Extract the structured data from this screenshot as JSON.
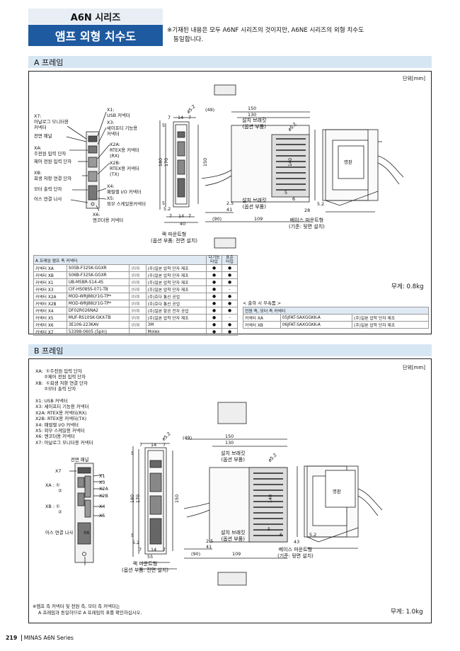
{
  "header": {
    "series": "A6N 시리즈",
    "title": "앰프 외형 치수도",
    "note_line1": "※기재된 내용은 모두 A6NF 시리즈의 것이지만, A6NE 시리즈의 외형 치수도",
    "note_line2": "동일합니다."
  },
  "frame_a": {
    "title": "A 프레임",
    "unit": "단위[mm]",
    "labels": {
      "x7": [
        "X7:",
        "아날로그 모니터용",
        "커넥터"
      ],
      "front_panel": "전면 패널",
      "xa": [
        "XA:",
        "주전원 입력 단자"
      ],
      "control_power": "제어 전원 입력 단자",
      "xb": [
        "XB:",
        "회생 저항 연결 단자"
      ],
      "motor_out": "모터 출력 단자",
      "ground": "어스 연결 나사",
      "x1": [
        "X1:",
        "USB 커넥터"
      ],
      "x3": [
        "X3:",
        "세이프티 기능용",
        "커넥터"
      ],
      "x2a": [
        "X2A:",
        "RTEX용 커넥터",
        "(RX)"
      ],
      "x2b": [
        "X2B:",
        "RTEX용 커넥터",
        "(TX)"
      ],
      "x4": [
        "X4:",
        "패럴렐 I/O 커넥터"
      ],
      "x5": [
        "X5:",
        "외부 스케일용커넥터"
      ],
      "x6": [
        "X6:",
        "엔코더용 커넥터"
      ],
      "mounting_bracket": [
        "설치 브래킷",
        "(옵션 부품)"
      ],
      "rack_mount": [
        "랙 마운트형",
        "(옵션 부품: 전면 설치)"
      ],
      "base_mount": [
        "베이스 마운트형",
        "(기준: 뒷면 설치)"
      ],
      "nameplate": "명판"
    },
    "dims": [
      "(49)",
      "150",
      "130",
      "7",
      "14",
      "7",
      "ø5.2",
      "5",
      "180",
      "170",
      "150",
      "5",
      "2.5",
      "41",
      "5.2",
      "7",
      "14",
      "7",
      "40",
      "(90)",
      "109",
      "ø5.2",
      "140",
      "5",
      "6",
      "5.2",
      "28"
    ],
    "weight": "무게: 0.8kg",
    "connector_table": {
      "header": [
        "A 프레임 앰프 측 커넥터",
        "다기능 타입",
        "표준 타입"
      ],
      "rows": [
        {
          "name": "커넥터 XA",
          "part": "S05B-F32SK-GGXR",
          "eq": "상당품",
          "maker": "(주)일본 압착 단자 제조",
          "multi": "●",
          "std": "●"
        },
        {
          "name": "커넥터 XB",
          "part": "S06B-F32SK-GGXR",
          "eq": "상당품",
          "maker": "(주)일본 압착 단자 제조",
          "multi": "●",
          "std": "●"
        },
        {
          "name": "커넥터 X1",
          "part": "UB-M5BR-S14-4S",
          "eq": "상당품",
          "maker": "(주)일본 압착 단자 제조",
          "multi": "●",
          "std": "●"
        },
        {
          "name": "커넥터 X3",
          "part": "CIF-HS08SS-071-TB",
          "eq": "상당품",
          "maker": "(주)일본 압착 단자 제조",
          "multi": "●",
          "std": "-"
        },
        {
          "name": "커넥터 X2A",
          "part": "MOD-WRJ88LY1G-TP*",
          "eq": "상당품",
          "maker": "(주)호다 통신 공업",
          "multi": "●",
          "std": "●"
        },
        {
          "name": "커넥터 X2B",
          "part": "MOD-WRJ88LY1G-TP*",
          "eq": "상당품",
          "maker": "(주)호다 통신 공업",
          "multi": "●",
          "std": "●"
        },
        {
          "name": "커넥터 X4",
          "part": "DF02R026NA2",
          "eq": "상당품",
          "maker": "(주)일본 항공 전자 공업",
          "multi": "●",
          "std": "●"
        },
        {
          "name": "커넥터 X5",
          "part": "MUF-RS10SK-GKX-TB",
          "eq": "상당품",
          "maker": "(주)일본 압착 단자 제조",
          "multi": "●",
          "std": "-"
        },
        {
          "name": "커넥터 X6",
          "part": "3E106-223KAV",
          "eq": "상당품",
          "maker": "3M",
          "multi": "●",
          "std": "●"
        },
        {
          "name": "커넥터 X7",
          "part": "53398-0605 (5pin)",
          "eq": "",
          "maker": "Molex",
          "multi": "●",
          "std": "●"
        }
      ]
    },
    "accessory": {
      "title": "< 출하 시 부속품 >",
      "header": "전원 측, 모터 측 커넥터",
      "rows": [
        {
          "name": "커넥터 XA",
          "part": "05JFAT-SAXGGKK-A",
          "maker": "(주)일본 압착 단자 제조"
        },
        {
          "name": "커넥터 XB",
          "part": "06JFAT-SAXGGKK-A",
          "maker": "(주)일본 압착 단자 제조"
        }
      ]
    }
  },
  "frame_b": {
    "title": "B 프레임",
    "unit": "단위[mm]",
    "legend": [
      "XA:  ①주전원 입력 단자",
      "      ②제어 전원 입력 단자",
      "XB:  ①회생 저항 연결 단자",
      "      ②모터 출력 단자",
      "",
      "X1: USB 커넥터",
      "X3: 세이프티 기능용 커넥터",
      "X2A: RTEX용 커넥터(RX)",
      "X2B: RTEX용 커넥터(TX)",
      "X4: 패럴렐 I/O 커넥터",
      "X5: 외부 스케일용 커넥터",
      "X6: 엔코더용 커넥터",
      "X7: 아날로그 모니터용 커넥터"
    ],
    "labels": {
      "front_panel": "전면 패널",
      "x7": "X7",
      "xa": "XA : ①",
      "xa2": "②",
      "xb": "XB : ①",
      "xb2": "②",
      "x1": "X1",
      "x3": "X3",
      "x2a": "X2A",
      "x2b": "X2B",
      "x4": "X4",
      "x5": "X5",
      "ground": "어스 연결 나사",
      "x6": "X6",
      "mounting_bracket": [
        "설치 브래킷",
        "(옵션 부품)"
      ],
      "rack_mount": [
        "랙 마운트형",
        "(옵션 부품: 전면 설치)"
      ],
      "base_mount": [
        "베이스 마운트형",
        "(기준: 뒷면 설치)"
      ],
      "nameplate": "명판"
    },
    "dims": [
      "(49)",
      "150",
      "130",
      "7",
      "14",
      "7",
      "ø5.2",
      "5",
      "180",
      "170",
      "150",
      "5",
      "2.5",
      "41",
      "5.2",
      "7",
      "14",
      "7",
      "55",
      "(90)",
      "109",
      "ø5.2",
      "140",
      "5",
      "6",
      "5.2",
      "43"
    ],
    "note_line1": "※앰프 측 커넥터 및 전원 측, 모터 측 커넥터는",
    "note_line2": "A 프레임과 동일하므로 A 프레임의 표를 확인하십시오.",
    "weight": "무게: 1.0kg"
  },
  "footer": {
    "page": "219",
    "series": "MINAS A6N Series"
  }
}
